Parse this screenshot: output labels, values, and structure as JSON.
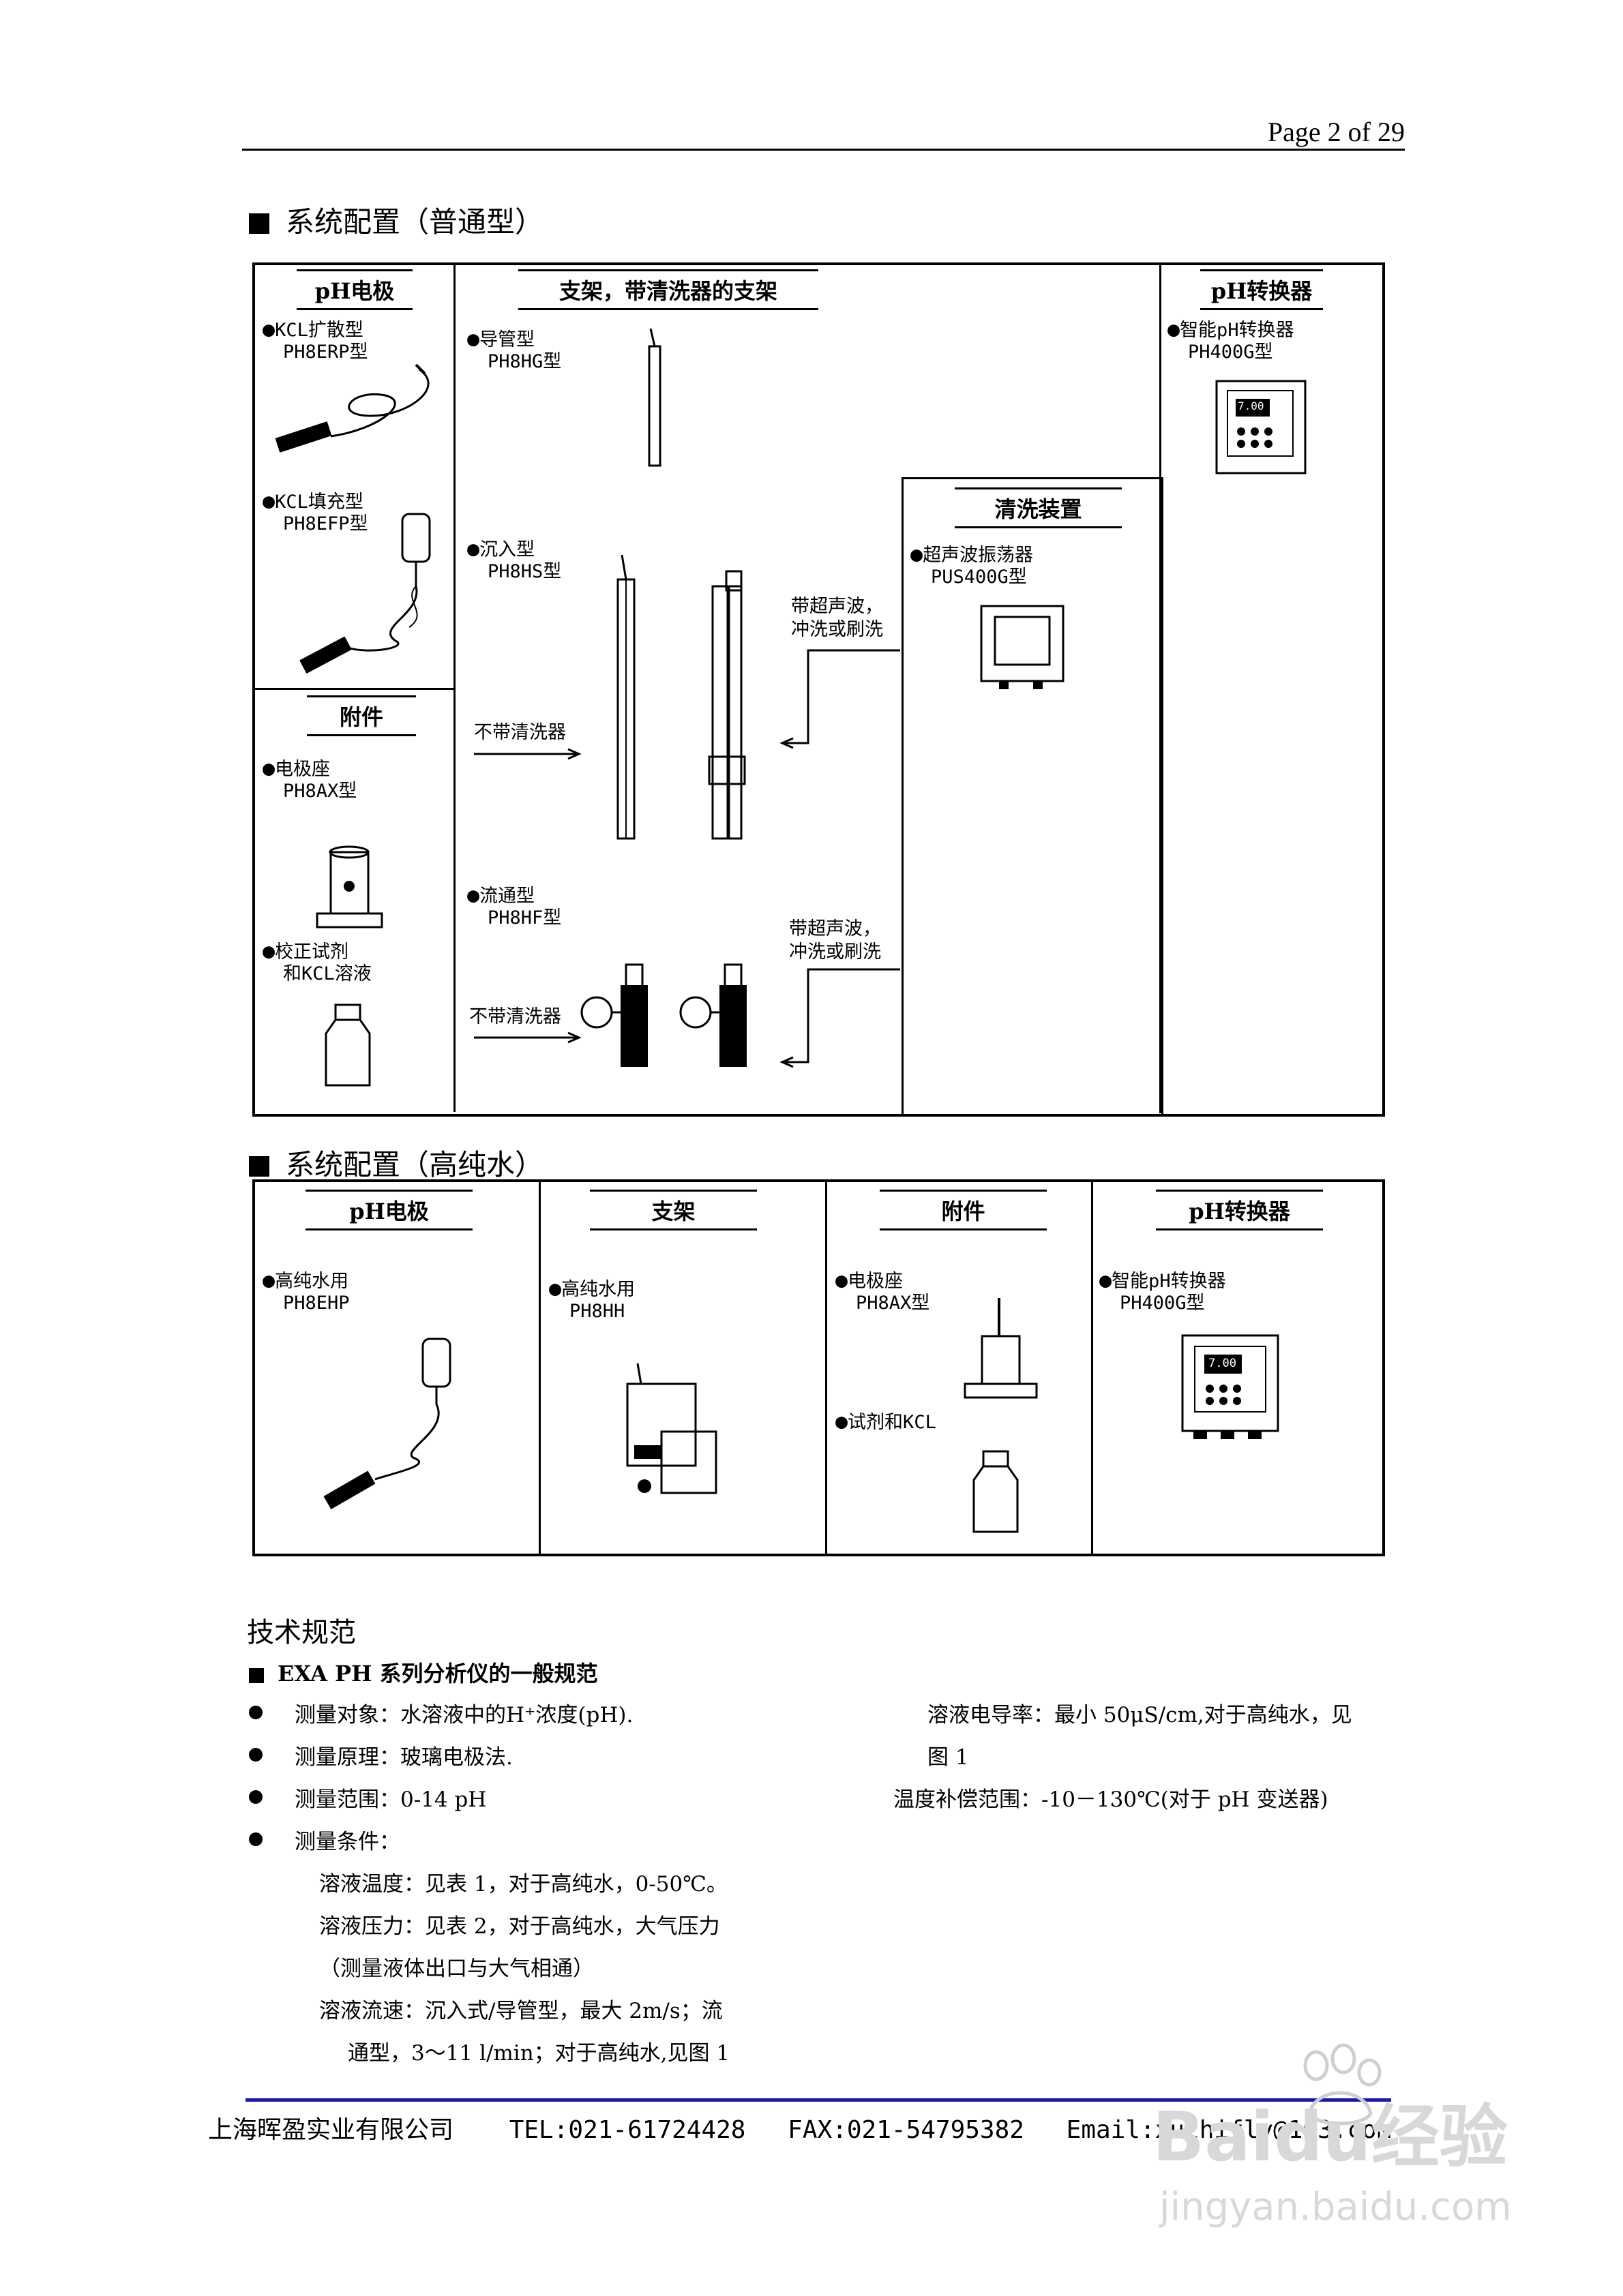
{
  "header": {
    "page_label": "Page 2 of 29"
  },
  "section1": {
    "title": "系统配置（普通型）",
    "ph_electrode": {
      "heading": "pH电极",
      "item1_name": "KCL扩散型",
      "item1_model": "PH8ERP型",
      "item2_name": "KCL填充型",
      "item2_model": "PH8EFP型"
    },
    "accessories": {
      "heading": "附件",
      "item1_name": "电极座",
      "item1_model": "PH8AX型",
      "item2_name": "校正试剂",
      "item2_name2": "和KCL溶液"
    },
    "holder": {
      "heading": "支架，带清洗器的支架",
      "item1_name": "导管型",
      "item1_model": "PH8HG型",
      "item2_name": "沉入型",
      "item2_model": "PH8HS型",
      "item3_name": "流通型",
      "item3_model": "PH8HF型",
      "no_cleaner": "不带清洗器",
      "with_cleaner_1": "带超声波，",
      "with_cleaner_2": "冲洗或刷洗",
      "with_cleaner_b1": "带超声波，",
      "with_cleaner_b2": "冲洗或刷洗"
    },
    "cleaning": {
      "heading": "清洗装置",
      "item1_name": "超声波振荡器",
      "item1_model": "PUS400G型"
    },
    "converter": {
      "heading": "pH转换器",
      "item1_name": "智能pH转换器",
      "item1_model": "PH400G型"
    }
  },
  "section2": {
    "title": "系统配置（高纯水）",
    "ph_electrode": {
      "heading": "pH电极",
      "item1_name": "高纯水用",
      "item1_model": "PH8EHP"
    },
    "holder": {
      "heading": "支架",
      "item1_name": "高纯水用",
      "item1_model": "PH8HH"
    },
    "accessories": {
      "heading": "附件",
      "item1_name": "电极座",
      "item1_model": "PH8AX型",
      "item2_name": "试剂和KCL"
    },
    "converter": {
      "heading": "pH转换器",
      "item1_name": "智能pH转换器",
      "item1_model": "PH400G型"
    }
  },
  "specs": {
    "title": "技术规范",
    "subtitle": "EXA PH 系列分析仪的一般规范",
    "object": "测量对象：水溶液中的H⁺浓度(pH).",
    "principle": "测量原理：玻璃电极法.",
    "range": "测量范围：0-14 pH",
    "conditions": "测量条件：",
    "temp": "溶液温度：见表 1，对于高纯水，0-50℃。",
    "pressure": "溶液压力：见表 2，对于高纯水，大气压力",
    "pressure2": "（测量液体出口与大气相通）",
    "flow": "溶液流速：沉入式/导管型，最大  2m/s；流",
    "flow2": "通型，3～11    l/min；对于高纯水,见图 1",
    "conductivity": "溶液电导率：最小 50μS/cm,对于高纯水，见",
    "conductivity2": "图 1",
    "temp_comp": "温度补偿范围：-10－130℃(对于 pH 变送器)"
  },
  "footer": {
    "company": "上海晖盈实业有限公司",
    "tel": "TEL:021-61724428",
    "fax": "FAX:021-54795382",
    "email": "Email:xuzhifly@163.com"
  },
  "watermark": {
    "brand": "Baidu经验",
    "url": "jingyan.baidu.com"
  },
  "display_reading": "7.00"
}
